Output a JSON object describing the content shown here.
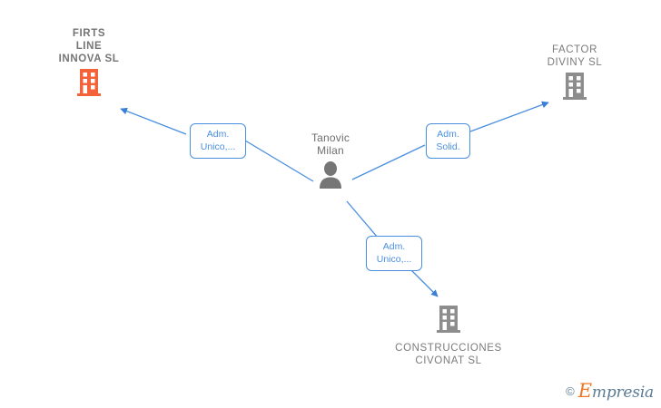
{
  "graph": {
    "title": "Empresia relationship graph",
    "accent_color": "#4a8fe0",
    "company_color": "#7b7b7b",
    "highlight_company_color": "#f4623a",
    "person_color": "#6e6e6e",
    "nodes": [
      {
        "id": "firts-line-innova",
        "type": "company",
        "icon": "building-icon",
        "label": "FIRTS\nLINE\nINNOVA  SL",
        "color": "#f4623a",
        "highlighted": true
      },
      {
        "id": "factor-diviny",
        "type": "company",
        "icon": "building-icon",
        "label": "FACTOR\nDIVINY  SL",
        "color": "#7b7b7b",
        "highlighted": false
      },
      {
        "id": "tanovic-milan",
        "type": "person",
        "icon": "person-icon",
        "label": "Tanovic\nMilan",
        "color": "#6e6e6e",
        "highlighted": false
      },
      {
        "id": "construcciones-civonat",
        "type": "company",
        "icon": "building-icon",
        "label": "CONSTRUCCIONES\nCIVONAT  SL",
        "color": "#7b7b7b",
        "highlighted": false
      }
    ],
    "edges": [
      {
        "id": "edge-to-firts-line-innova",
        "from": "tanovic-milan",
        "to": "firts-line-innova",
        "label": "Adm.\nUnico,...",
        "arrow": "to"
      },
      {
        "id": "edge-to-factor-diviny",
        "from": "tanovic-milan",
        "to": "factor-diviny",
        "label": "Adm.\nSolid.",
        "arrow": "to"
      },
      {
        "id": "edge-to-construcciones-civonat",
        "from": "tanovic-milan",
        "to": "construcciones-civonat",
        "label": "Adm.\nUnico,...",
        "arrow": "to"
      }
    ]
  },
  "footer": {
    "copyright_symbol": "©",
    "brand_initial": "E",
    "brand_rest": "mpresia"
  }
}
